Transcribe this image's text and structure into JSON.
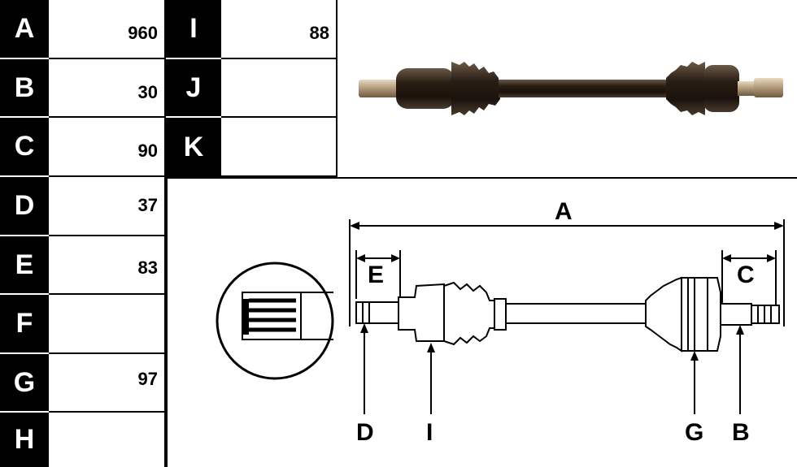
{
  "dimensions_left": [
    {
      "label": "A",
      "value": "960"
    },
    {
      "label": "B",
      "value": "30"
    },
    {
      "label": "C",
      "value": "90"
    },
    {
      "label": "D",
      "value": "37"
    },
    {
      "label": "E",
      "value": "83"
    },
    {
      "label": "F",
      "value": ""
    },
    {
      "label": "G",
      "value": "97"
    },
    {
      "label": "H",
      "value": ""
    }
  ],
  "dimensions_right": [
    {
      "label": "I",
      "value": "88"
    },
    {
      "label": "J",
      "value": ""
    },
    {
      "label": "K",
      "value": ""
    }
  ],
  "diagram_labels": {
    "A": "A",
    "E": "E",
    "C": "C",
    "D": "D",
    "I": "I",
    "G": "G",
    "B": "B"
  },
  "colors": {
    "label_bg": "#000000",
    "shaft_metal": "#3a2a1e",
    "thread": "#c9b9a0"
  }
}
